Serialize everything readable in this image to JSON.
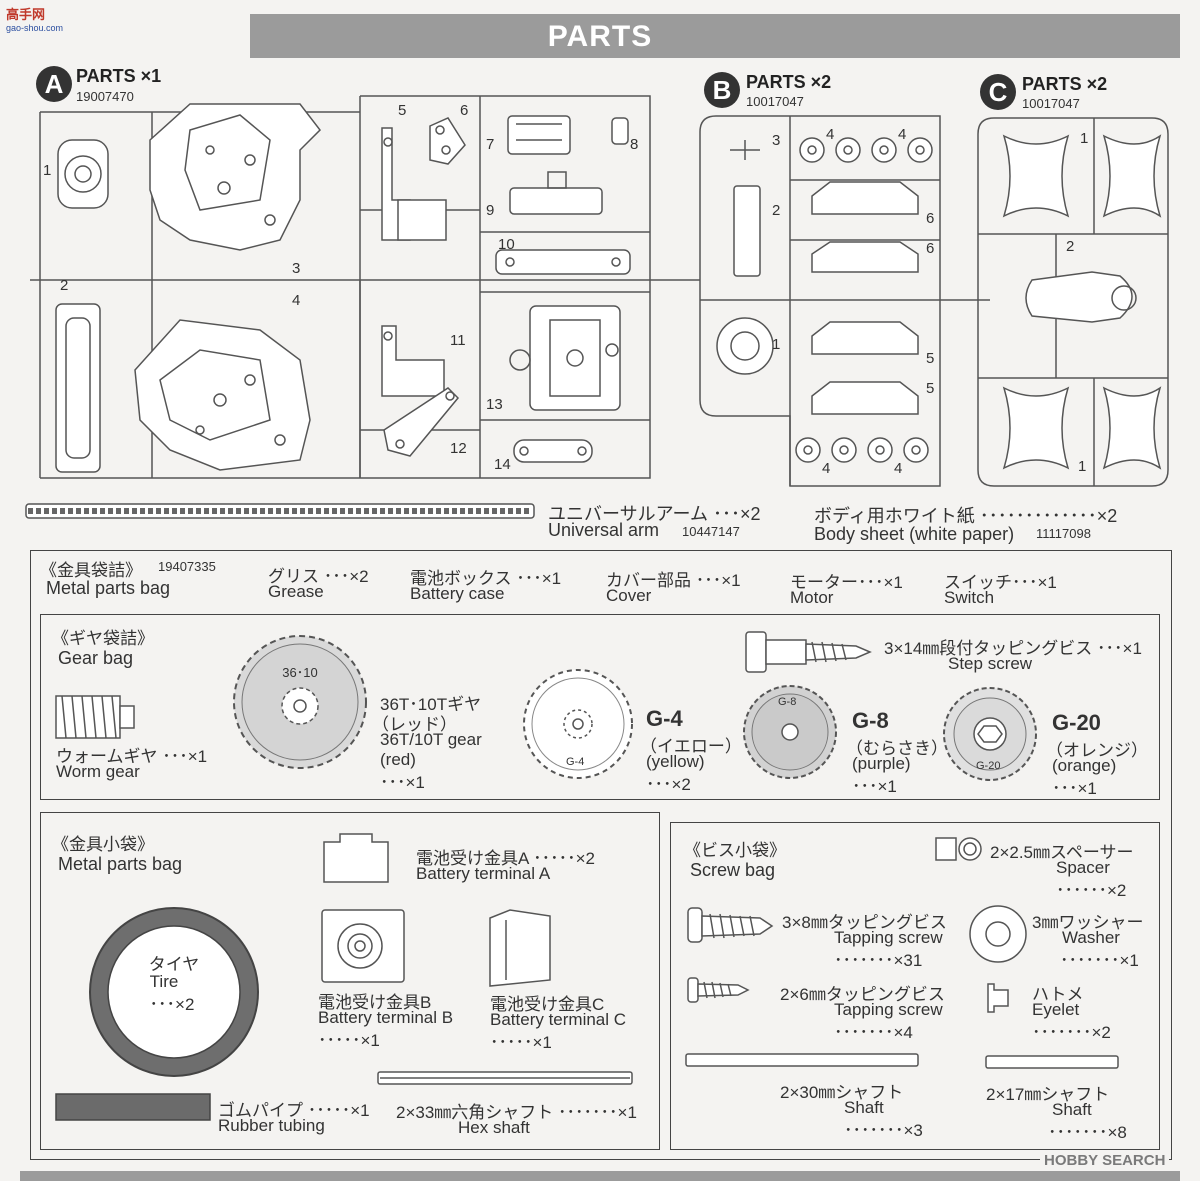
{
  "watermark": {
    "brand": "高手网",
    "domain": "gao-shou.com",
    "search_logo": "HOBBY SEARCH"
  },
  "header": {
    "title": "PARTS"
  },
  "section_a": {
    "letter": "A",
    "label": "PARTS ×1",
    "part_no": "19007470",
    "numbers": [
      "1",
      "2",
      "3",
      "4",
      "5",
      "6",
      "7",
      "8",
      "9",
      "10",
      "11",
      "12",
      "13",
      "14"
    ]
  },
  "section_b": {
    "letter": "B",
    "label": "PARTS ×2",
    "part_no": "10017047",
    "numbers": [
      "3",
      "2",
      "1",
      "4",
      "4",
      "6",
      "6",
      "5",
      "5",
      "4",
      "4"
    ]
  },
  "section_c": {
    "letter": "C",
    "label": "PARTS ×2",
    "part_no": "10017047",
    "numbers": [
      "1",
      "2",
      "1"
    ]
  },
  "universal_arm": {
    "jp": "ユニバーサルアーム ･･･×2",
    "en": "Universal arm",
    "part_no": "10447147"
  },
  "body_sheet": {
    "jp": "ボディ用ホワイト紙 ･････････････×2",
    "en": "Body sheet (white paper)",
    "part_no": "11117098"
  },
  "metal_bag": {
    "jp": "《金具袋詰》",
    "part_no": "19407335",
    "en": "Metal parts bag",
    "items": [
      {
        "jp": "グリス ･･･×2",
        "en": "Grease"
      },
      {
        "jp": "電池ボックス ･･･×1",
        "en": "Battery case"
      },
      {
        "jp": "カバー部品 ･･･×1",
        "en": "Cover"
      },
      {
        "jp": "モーター･･･×1",
        "en": "Motor"
      },
      {
        "jp": "スイッチ･･･×1",
        "en": "Switch"
      }
    ]
  },
  "gear_bag": {
    "jp": "《ギヤ袋詰》",
    "en": "Gear bag",
    "step_screw": {
      "jp": "3×14㎜段付タッピングビス ･･･×1",
      "en": "Step screw"
    },
    "worm": {
      "jp": "ウォームギヤ ･･･×1",
      "en": "Worm gear"
    },
    "gear36": {
      "mark": "36･10",
      "jp": "36T･10Tギヤ",
      "jp2": "（レッド）",
      "en": "36T/10T gear",
      "en2": "(red)",
      "qty": "･･･×1"
    },
    "g4": {
      "mark": "G-4",
      "code": "G-4",
      "jp": "（イエロー）",
      "en": "(yellow)",
      "qty": "･･･×2"
    },
    "g8": {
      "mark": "G-8",
      "code": "G-8",
      "jp": "（むらさき）",
      "en": "(purple)",
      "qty": "･･･×1"
    },
    "g20": {
      "mark": "G-20",
      "code": "G-20",
      "jp": "（オレンジ）",
      "en": "(orange)",
      "qty": "･･･×1"
    }
  },
  "metal_small_bag": {
    "jp": "《金具小袋》",
    "en": "Metal parts bag",
    "terminal_a": {
      "jp": "電池受け金具A ･････×2",
      "en": "Battery terminal A"
    },
    "tire": {
      "jp": "タイヤ",
      "en": "Tire",
      "qty": "･･･×2"
    },
    "terminal_b": {
      "jp": "電池受け金具B",
      "en": "Battery terminal B",
      "qty": "･････×1"
    },
    "terminal_c": {
      "jp": "電池受け金具C",
      "en": "Battery terminal C",
      "qty": "･････×1"
    },
    "rubber_tubing": {
      "jp": "ゴムパイプ ･････×1",
      "en": "Rubber tubing"
    },
    "hex_shaft": {
      "jp": "2×33㎜六角シャフト ･･･････×1",
      "en": "Hex shaft"
    }
  },
  "screw_bag": {
    "jp": "《ビス小袋》",
    "en": "Screw bag",
    "spacer": {
      "jp": "2×2.5㎜スペーサー",
      "en": "Spacer",
      "qty": "･･････×2"
    },
    "tap38": {
      "jp": "3×8㎜タッピングビス",
      "en": "Tapping screw",
      "qty": "･･･････×31"
    },
    "washer": {
      "jp": "3㎜ワッシャー",
      "en": "Washer",
      "qty": "･･･････×1"
    },
    "tap26": {
      "jp": "2×6㎜タッピングビス",
      "en": "Tapping screw",
      "qty": "･･･････×4"
    },
    "eyelet": {
      "jp": "ハトメ",
      "en": "Eyelet",
      "qty": "･･･････×2"
    },
    "shaft30": {
      "jp": "2×30㎜シャフト",
      "en": "Shaft",
      "qty": "･･･････×3"
    },
    "shaft17": {
      "jp": "2×17㎜シャフト",
      "en": "Shaft",
      "qty": "･･･････×8"
    }
  }
}
